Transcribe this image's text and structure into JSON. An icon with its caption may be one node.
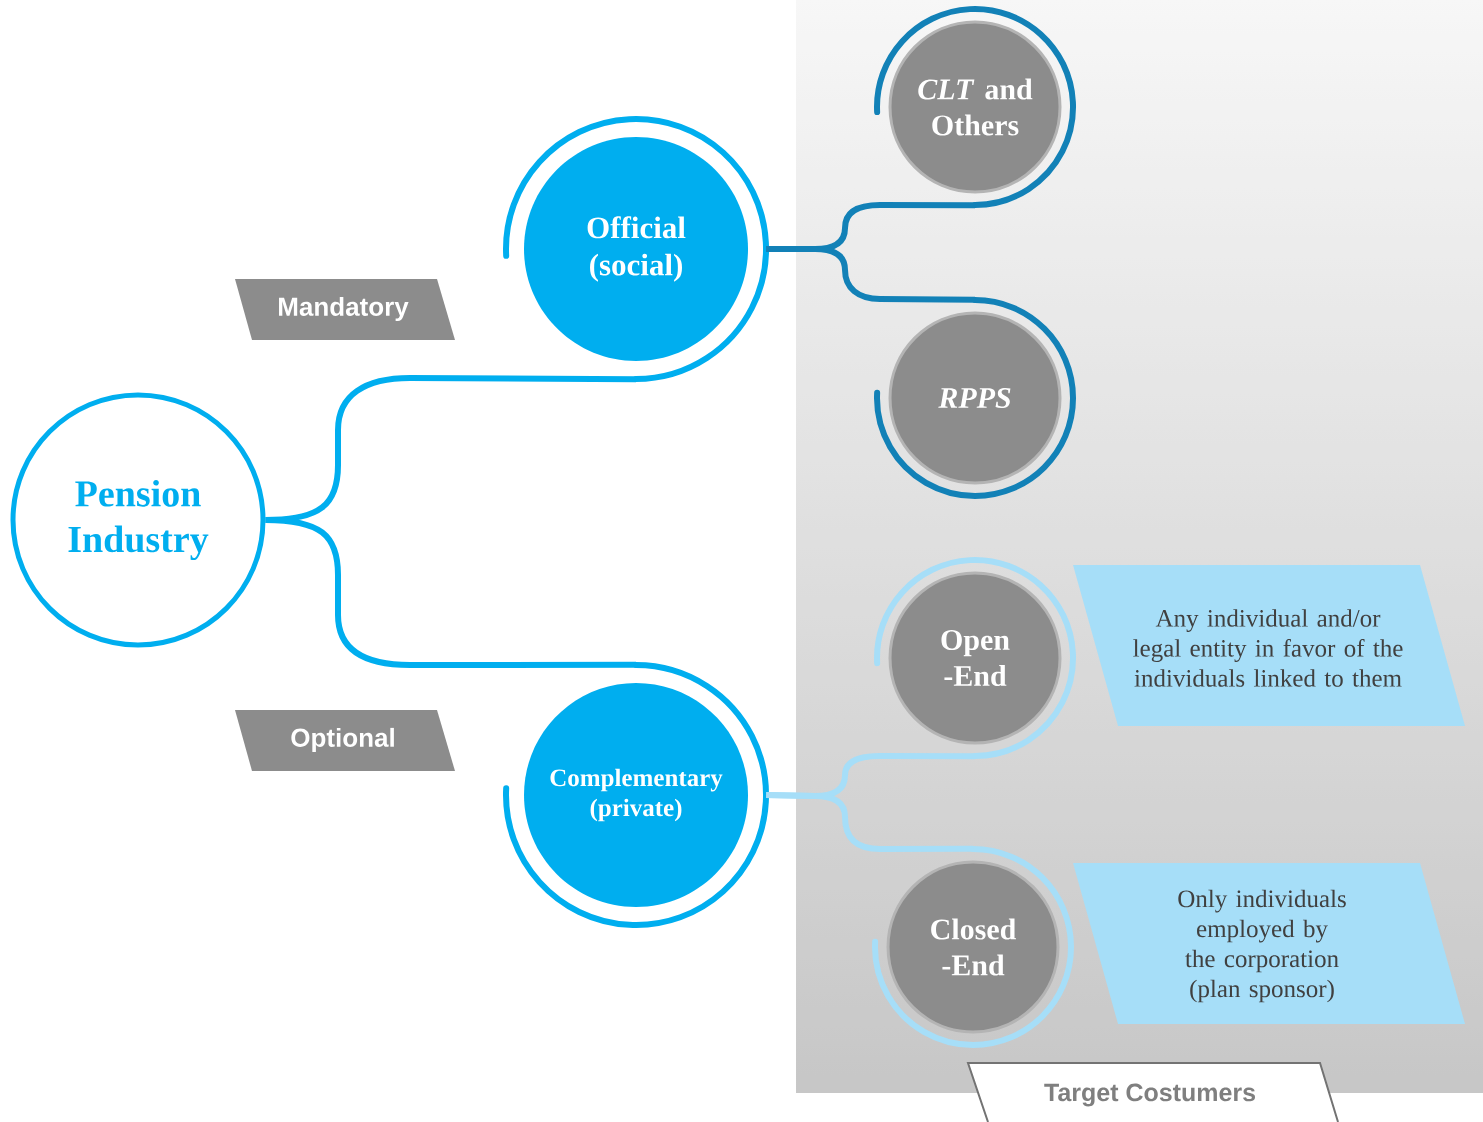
{
  "diagram": {
    "nodes": [
      {
        "text": [
          "Pension Industry"
        ]
      },
      {
        "text": [
          "Mandatory"
        ]
      },
      {
        "text": [
          "Official (social)"
        ]
      },
      {
        "text": [
          "*CLT* and Others"
        ]
      },
      {
        "text": [
          "RPPS"
        ]
      },
      {
        "text": [
          "Optional"
        ]
      },
      {
        "text": [
          "Complementary (private)"
        ]
      },
      {
        "text": [
          "Open -End"
        ]
      },
      {
        "text": [
          "Any individual and/or legal entity in favor of the individuals linked to them"
        ]
      },
      {
        "text": [
          "Closed -End"
        ]
      },
      {
        "text": [
          "Only individuals employed by the corporation (plan sponsor)"
        ]
      },
      {
        "text": [
          "Target Costumers"
        ]
      }
    ],
    "edges": [
      {
        "from": 0,
        "to": 2,
        "arrow": "none",
        "color": "#00aeef"
      },
      {
        "from": 0,
        "to": 6,
        "arrow": "none",
        "color": "#00aeef"
      },
      {
        "from": 2,
        "to": 3,
        "arrow": "none",
        "color": "#1281b7"
      },
      {
        "from": 2,
        "to": 4,
        "arrow": "none",
        "color": "#1281b7"
      },
      {
        "from": 6,
        "to": 7,
        "arrow": "none",
        "color": "#a6def8"
      },
      {
        "from": 6,
        "to": 9,
        "arrow": "none",
        "color": "#a6def8"
      }
    ]
  }
}
